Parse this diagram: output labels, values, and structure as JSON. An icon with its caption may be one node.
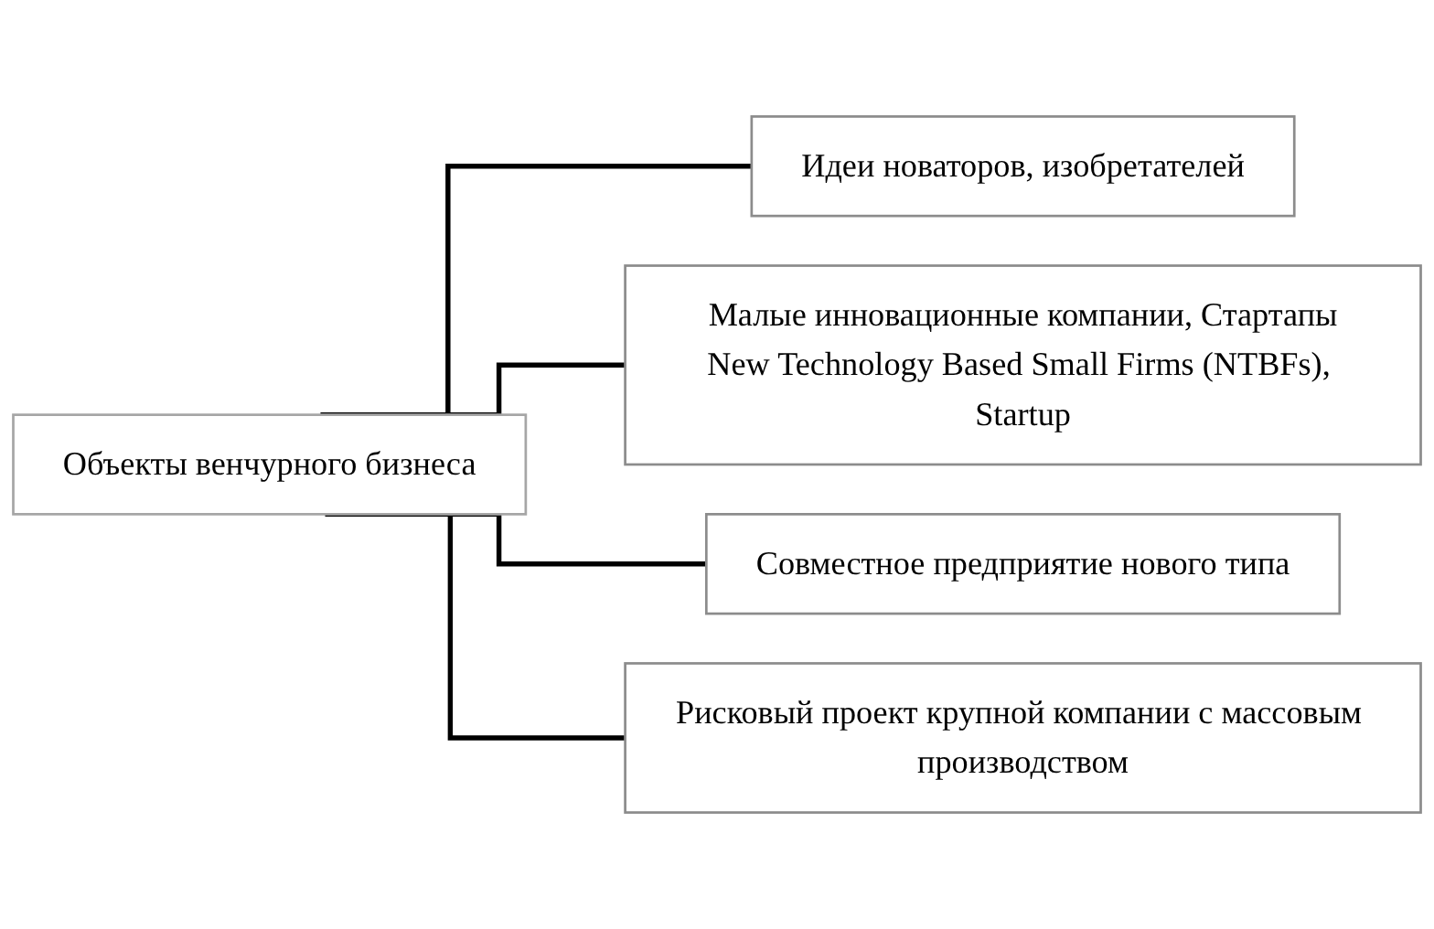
{
  "diagram": {
    "nodes": [
      {
        "text": [
          "Объекты венчурного  бизнеса"
        ]
      },
      {
        "text": [
          "Идеи новаторов, изобретателей"
        ]
      },
      {
        "text": [
          "Малые инновационные компании, Стартапы",
          "New Technology Based Small Firms (NTBFs), Startup"
        ]
      },
      {
        "text": [
          "Совместное предприятие нового типа"
        ]
      },
      {
        "text": [
          "Рисковый проект крупной компании с массовым производством"
        ]
      }
    ],
    "edges": [
      {
        "from": 0,
        "to": 1,
        "arrow": "none"
      },
      {
        "from": 0,
        "to": 2,
        "arrow": "none"
      },
      {
        "from": 0,
        "to": 3,
        "arrow": "none"
      },
      {
        "from": 0,
        "to": 4,
        "arrow": "none"
      }
    ]
  }
}
